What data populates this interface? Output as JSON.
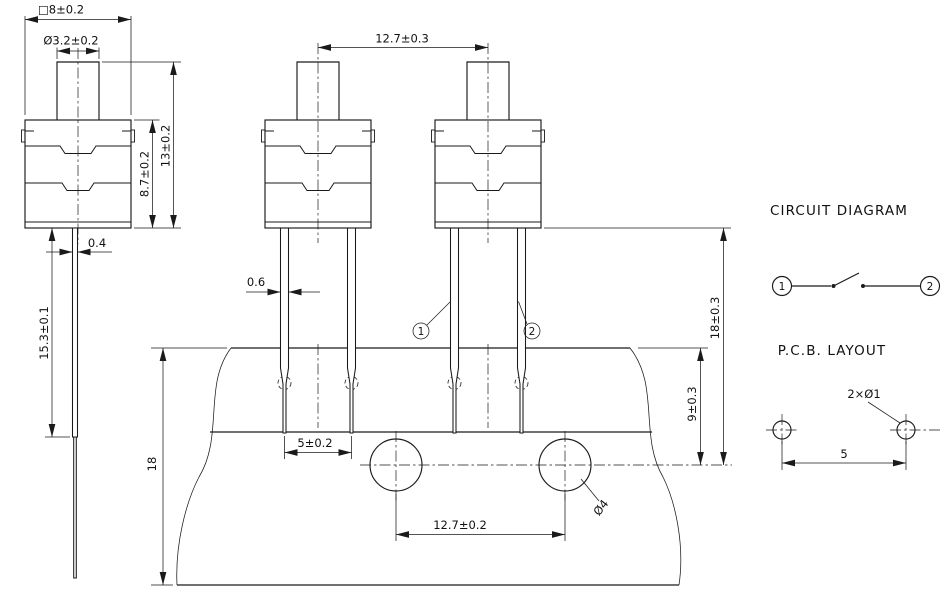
{
  "side_view": {
    "dim_body_square": "□8±0.2",
    "dim_plunger_dia": "Ø3.2±0.2",
    "dim_body_height": "8.7±0.2",
    "dim_total_height": "13±0.2",
    "dim_pin_thickness": "0.4",
    "dim_pin_length": "15.3±0.1"
  },
  "front_view": {
    "dim_center_pitch": "12.7±0.3",
    "dim_lead_width": "0.6",
    "dim_lead_pitch": "5±0.2",
    "dim_board_width": "18",
    "dim_mount_height": "18±0.3",
    "dim_hole_offset": "9±0.3",
    "dim_hole_pitch": "12.7±0.2",
    "dim_hole_dia": "Ø4",
    "pin1_label": "1",
    "pin2_label": "2"
  },
  "circuit_diagram": {
    "title": "CIRCUIT DIAGRAM",
    "terminal1": "1",
    "terminal2": "2"
  },
  "pcb_layout": {
    "title": "P.C.B. LAYOUT",
    "holes_label": "2×Ø1",
    "dim_hole_pitch": "5"
  }
}
